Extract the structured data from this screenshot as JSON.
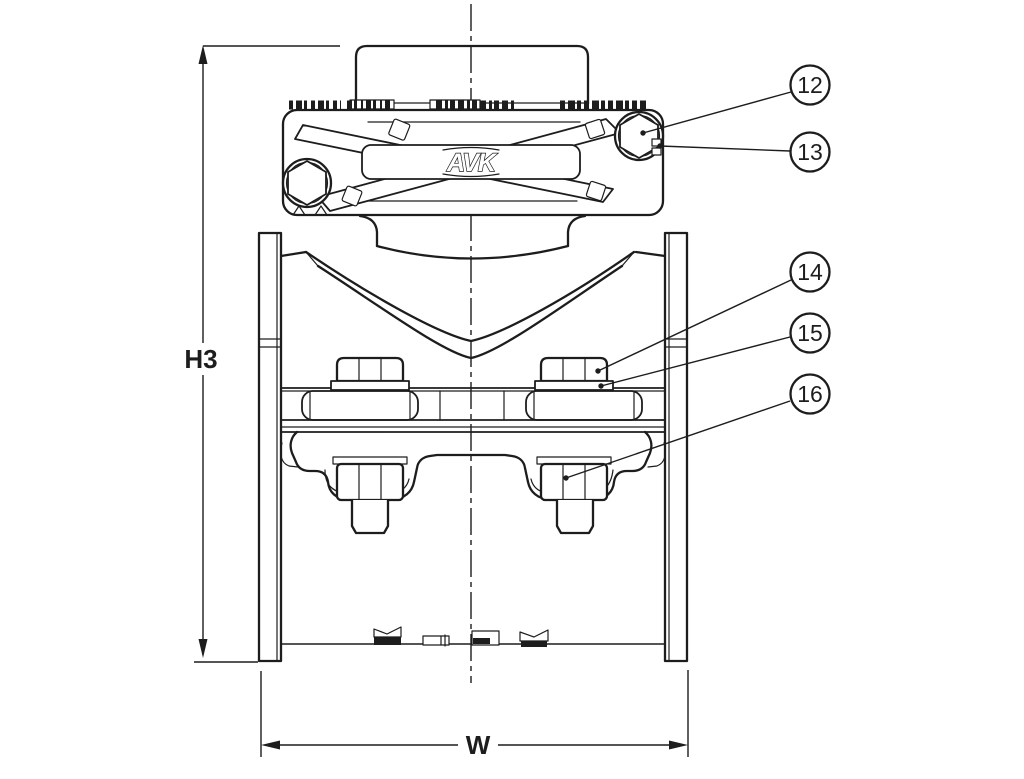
{
  "drawing": {
    "title": "repair-clamp-front-view-technical-drawing",
    "background_color": "#ffffff",
    "line_color": "#1d1d1d",
    "logo_text": "AVK",
    "dimensions": {
      "h3": {
        "label": "H3",
        "orientation": "vertical"
      },
      "w": {
        "label": "W",
        "orientation": "horizontal"
      }
    },
    "callouts": [
      {
        "number": "12"
      },
      {
        "number": "13"
      },
      {
        "number": "14"
      },
      {
        "number": "15"
      },
      {
        "number": "16"
      }
    ]
  }
}
